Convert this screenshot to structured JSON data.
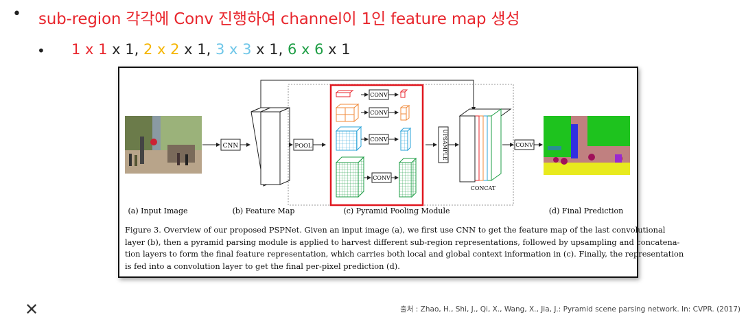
{
  "heading": {
    "bullet": "•",
    "text": "sub-region 각각에 Conv 진행하여 channel이 1인 feature map 생성",
    "color": "#e8262d"
  },
  "sub_bullet": {
    "bullet": "•",
    "items": [
      {
        "highlight": "1 x 1",
        "rest": " x 1, ",
        "color": "#e8262d"
      },
      {
        "highlight": "2 x 2",
        "rest": " x 1, ",
        "color": "#f5b400"
      },
      {
        "highlight": "3 x 3",
        "rest": " x 1, ",
        "color": "#6ec6e8"
      },
      {
        "highlight": "6 x 6",
        "rest": " x 1",
        "color": "#1e9e45"
      }
    ]
  },
  "figure": {
    "labels": {
      "cnn": "CNN",
      "pool": "POOL",
      "conv": "CONV",
      "upsample": "UPSAMPLE",
      "concat": "CONCAT"
    },
    "captions": {
      "a": "(a) Input Image",
      "b": "(b) Feature Map",
      "c": "(c) Pyramid Pooling Module",
      "d": "(d) Final Prediction"
    },
    "caption_lines": [
      "Figure 3. Overview of our proposed PSPNet. Given an input image (a), we first use CNN to get the feature map of the last convolutional",
      "layer (b), then a pyramid parsing module is applied to harvest different sub-region representations, followed by upsampling and concatena-",
      "tion layers to form the final feature representation, which carries both local and global context information in (c). Finally, the representation",
      "is fed into a convolution layer to get the final per-pixel prediction (d)."
    ],
    "branch_colors": [
      "#e8262d",
      "#f08a3a",
      "#2aa3d8",
      "#1e9e45"
    ],
    "highlight_box_color": "#e0161e"
  },
  "footer": {
    "close_glyph": "✕",
    "source": "출처 : Zhao, H., Shi, J., Qi, X., Wang, X., Jia, J.: Pyramid scene parsing network. In: CVPR. (2017)"
  }
}
